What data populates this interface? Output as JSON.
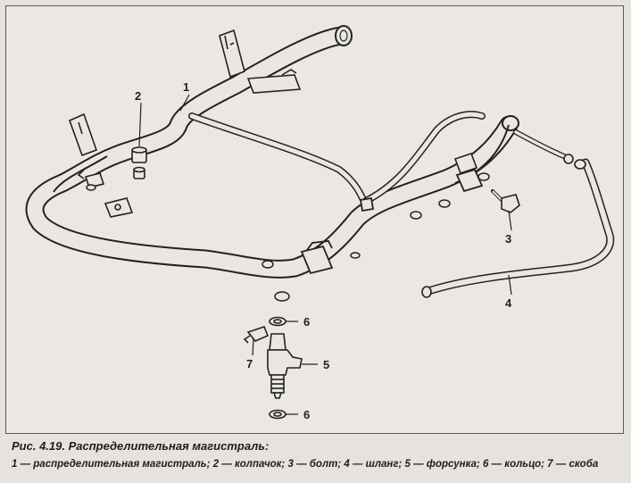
{
  "figure": {
    "callouts": [
      "1",
      "2",
      "3",
      "4",
      "5",
      "6",
      "7"
    ],
    "caption": "Рис. 4.19. Распределительная магистраль:",
    "legend": "1 — распределительная магистраль; 2 — колпачок; 3 — болт; 4 — шланг; 5 — форсунка; 6 — кольцо; 7 — скоба"
  },
  "colors": {
    "background": "#e6e3de",
    "frame": "#5a5a5a",
    "line": "#222222",
    "fill": "#eae7e2"
  }
}
